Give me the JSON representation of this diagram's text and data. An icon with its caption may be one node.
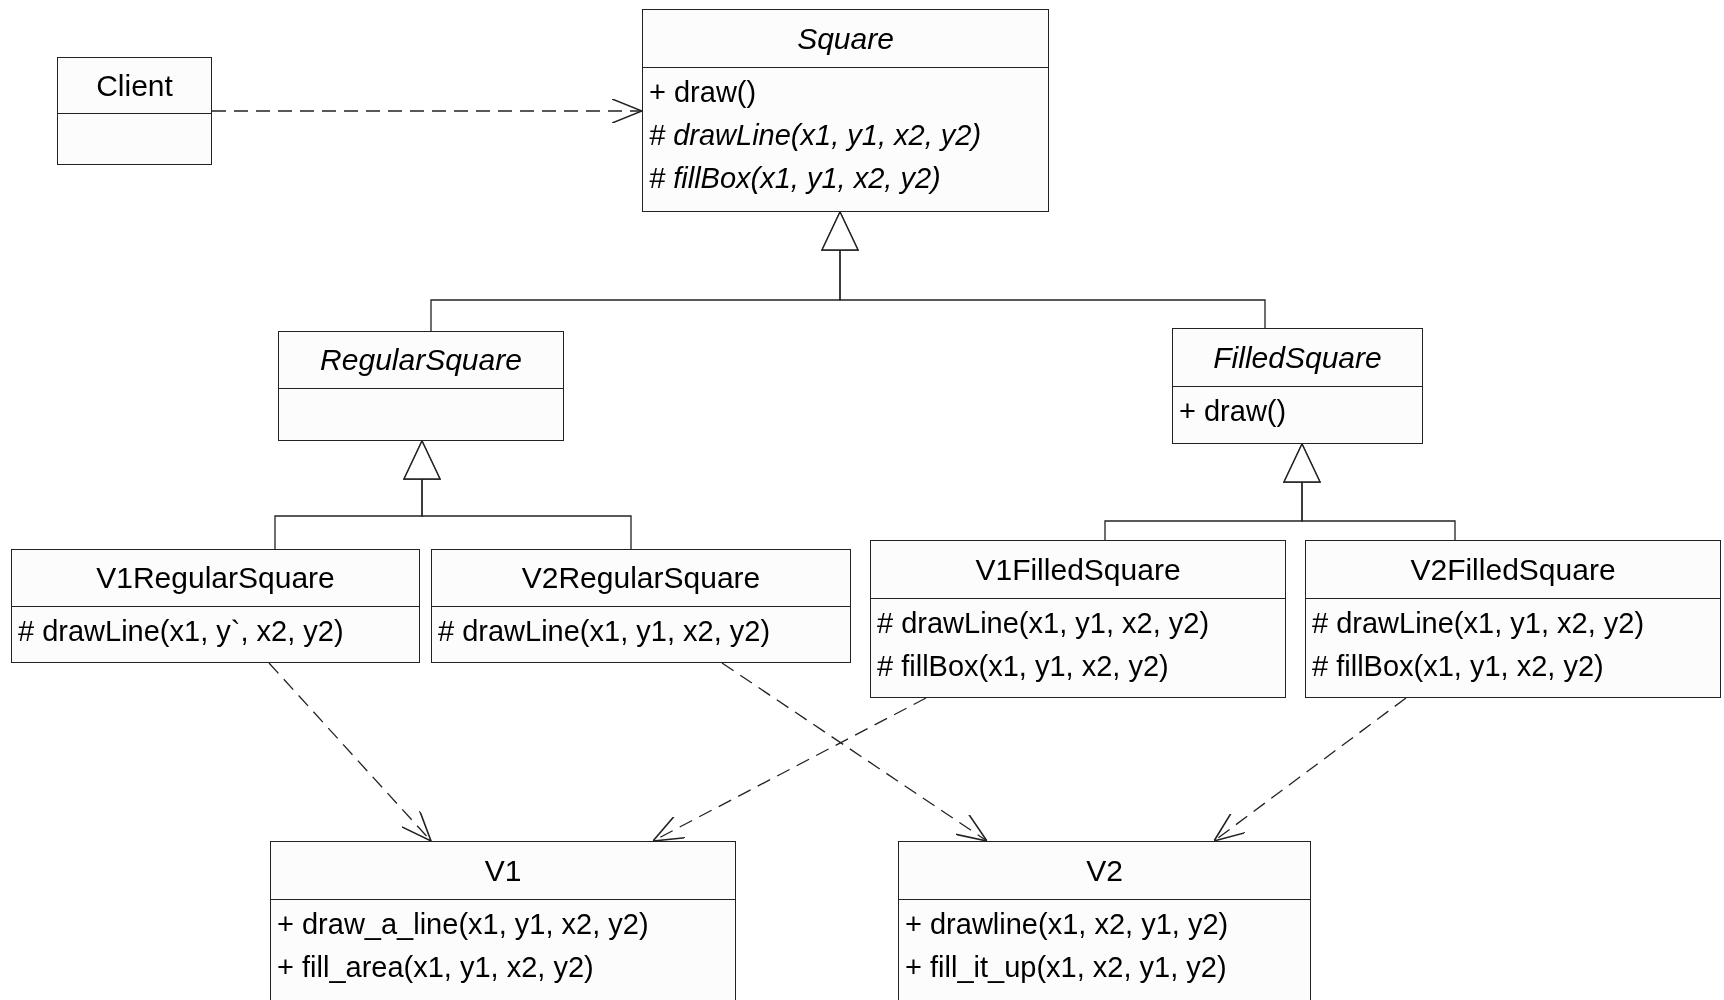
{
  "diagram": {
    "nodes": [
      {
        "text": [
          "Client"
        ]
      },
      {
        "text": [
          "Square",
          "+ draw()",
          "# drawLine(x1, y1, x2, y2)",
          "# fillBox(x1, y1, x2, y2)"
        ]
      },
      {
        "text": [
          "RegularSquare"
        ]
      },
      {
        "text": [
          "FilledSquare",
          "+ draw()"
        ]
      },
      {
        "text": [
          "V1RegularSquare",
          "# drawLine(x1, y`, x2, y2)"
        ]
      },
      {
        "text": [
          "V2RegularSquare",
          "# drawLine(x1, y1, x2, y2)"
        ]
      },
      {
        "text": [
          "V1FilledSquare",
          "# drawLine(x1, y1, x2, y2)",
          "# fillBox(x1, y1, x2, y2)"
        ]
      },
      {
        "text": [
          "V2FilledSquare",
          "# drawLine(x1, y1, x2, y2)",
          "# fillBox(x1, y1, x2, y2)"
        ]
      },
      {
        "text": [
          "V1",
          "+ draw_a_line(x1, y1, x2, y2)",
          "+ fill_area(x1, y1, x2, y2)"
        ]
      },
      {
        "text": [
          "V2",
          "+ drawline(x1, x2, y1, y2)",
          "+ fill_it_up(x1, x2, y1, y2)"
        ]
      }
    ],
    "edges": [
      {
        "from": 0,
        "to": 1,
        "arrow": "to",
        "style": "dashed"
      },
      {
        "from": 2,
        "to": 1,
        "arrow": "to"
      },
      {
        "from": 3,
        "to": 1,
        "arrow": "to"
      },
      {
        "from": 4,
        "to": 2,
        "arrow": "to"
      },
      {
        "from": 5,
        "to": 2,
        "arrow": "to"
      },
      {
        "from": 6,
        "to": 3,
        "arrow": "to"
      },
      {
        "from": 7,
        "to": 3,
        "arrow": "to"
      },
      {
        "from": 4,
        "to": 8,
        "arrow": "to",
        "style": "dashed"
      },
      {
        "from": 5,
        "to": 9,
        "arrow": "to",
        "style": "dashed"
      },
      {
        "from": 6,
        "to": 8,
        "arrow": "to",
        "style": "dashed"
      },
      {
        "from": 7,
        "to": 9,
        "arrow": "to",
        "style": "dashed"
      }
    ]
  }
}
